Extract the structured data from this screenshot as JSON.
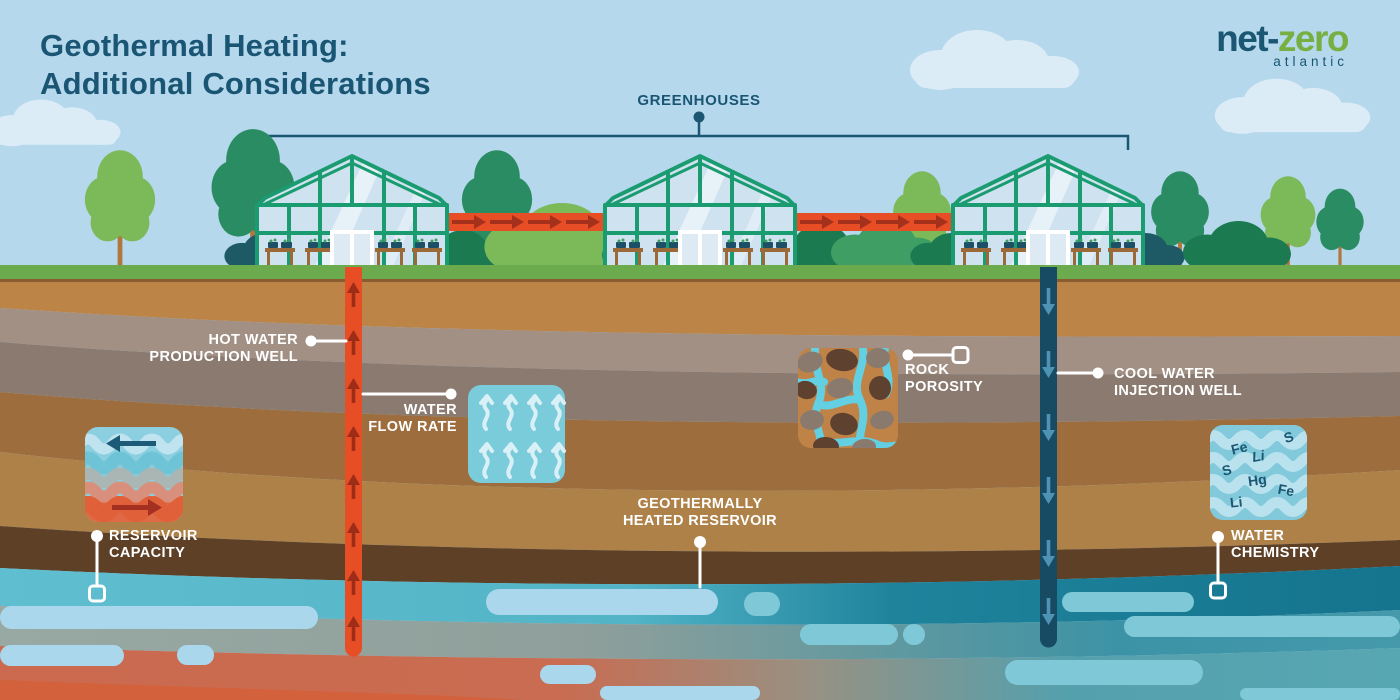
{
  "header": {
    "title_line1": "Geothermal Heating:",
    "title_line2": "Additional Considerations"
  },
  "logo": {
    "word1": "net",
    "dash": "-",
    "word2": "zero",
    "tagline": "atlantic"
  },
  "callouts": {
    "greenhouses": "GREENHOUSES",
    "hot_water_well": {
      "line1": "HOT WATER",
      "line2": "PRODUCTION WELL"
    },
    "water_flow_rate": {
      "line1": "WATER",
      "line2": "FLOW RATE"
    },
    "rock_porosity": {
      "line1": "ROCK",
      "line2": "POROSITY"
    },
    "cool_water_well": {
      "line1": "COOL WATER",
      "line2": "INJECTION WELL"
    },
    "geothermal_reservoir": {
      "line1": "GEOTHERMALLY",
      "line2": "HEATED RESERVOIR"
    },
    "reservoir_capacity": {
      "line1": "RESERVOIR",
      "line2": "CAPACITY"
    },
    "water_chemistry": {
      "line1": "WATER",
      "line2": "CHEMISTRY"
    }
  },
  "water_chemistry_elements": [
    "Fe",
    "S",
    "Li",
    "S",
    "Hg",
    "Fe",
    "Li"
  ],
  "colors": {
    "sky": "#b5d8ec",
    "cloud": "#dcecf7",
    "title_text": "#1a5674",
    "logo_navy": "#1b5672",
    "logo_green": "#76b043",
    "label_text": "#ffffff",
    "grass": "#6cab4d",
    "greenhouse_frame": "#1a9c70",
    "hot_well": "#e84e25",
    "hot_arrow": "#9e2d18",
    "cool_well": "#174a63",
    "cool_arrow": "#4e93b3",
    "strata_ochre": "#bd8447",
    "strata_taupe_light": "#a29084",
    "strata_taupe_dark": "#8b7a70",
    "strata_brown": "#9d6d3d",
    "strata_brown_light": "#ae8148",
    "strata_brown_dark": "#5d4026",
    "aquifer_teal": "#5fbecf",
    "aquifer_warm": "#cb6a4f",
    "water_pocket": "#abd7ed"
  }
}
